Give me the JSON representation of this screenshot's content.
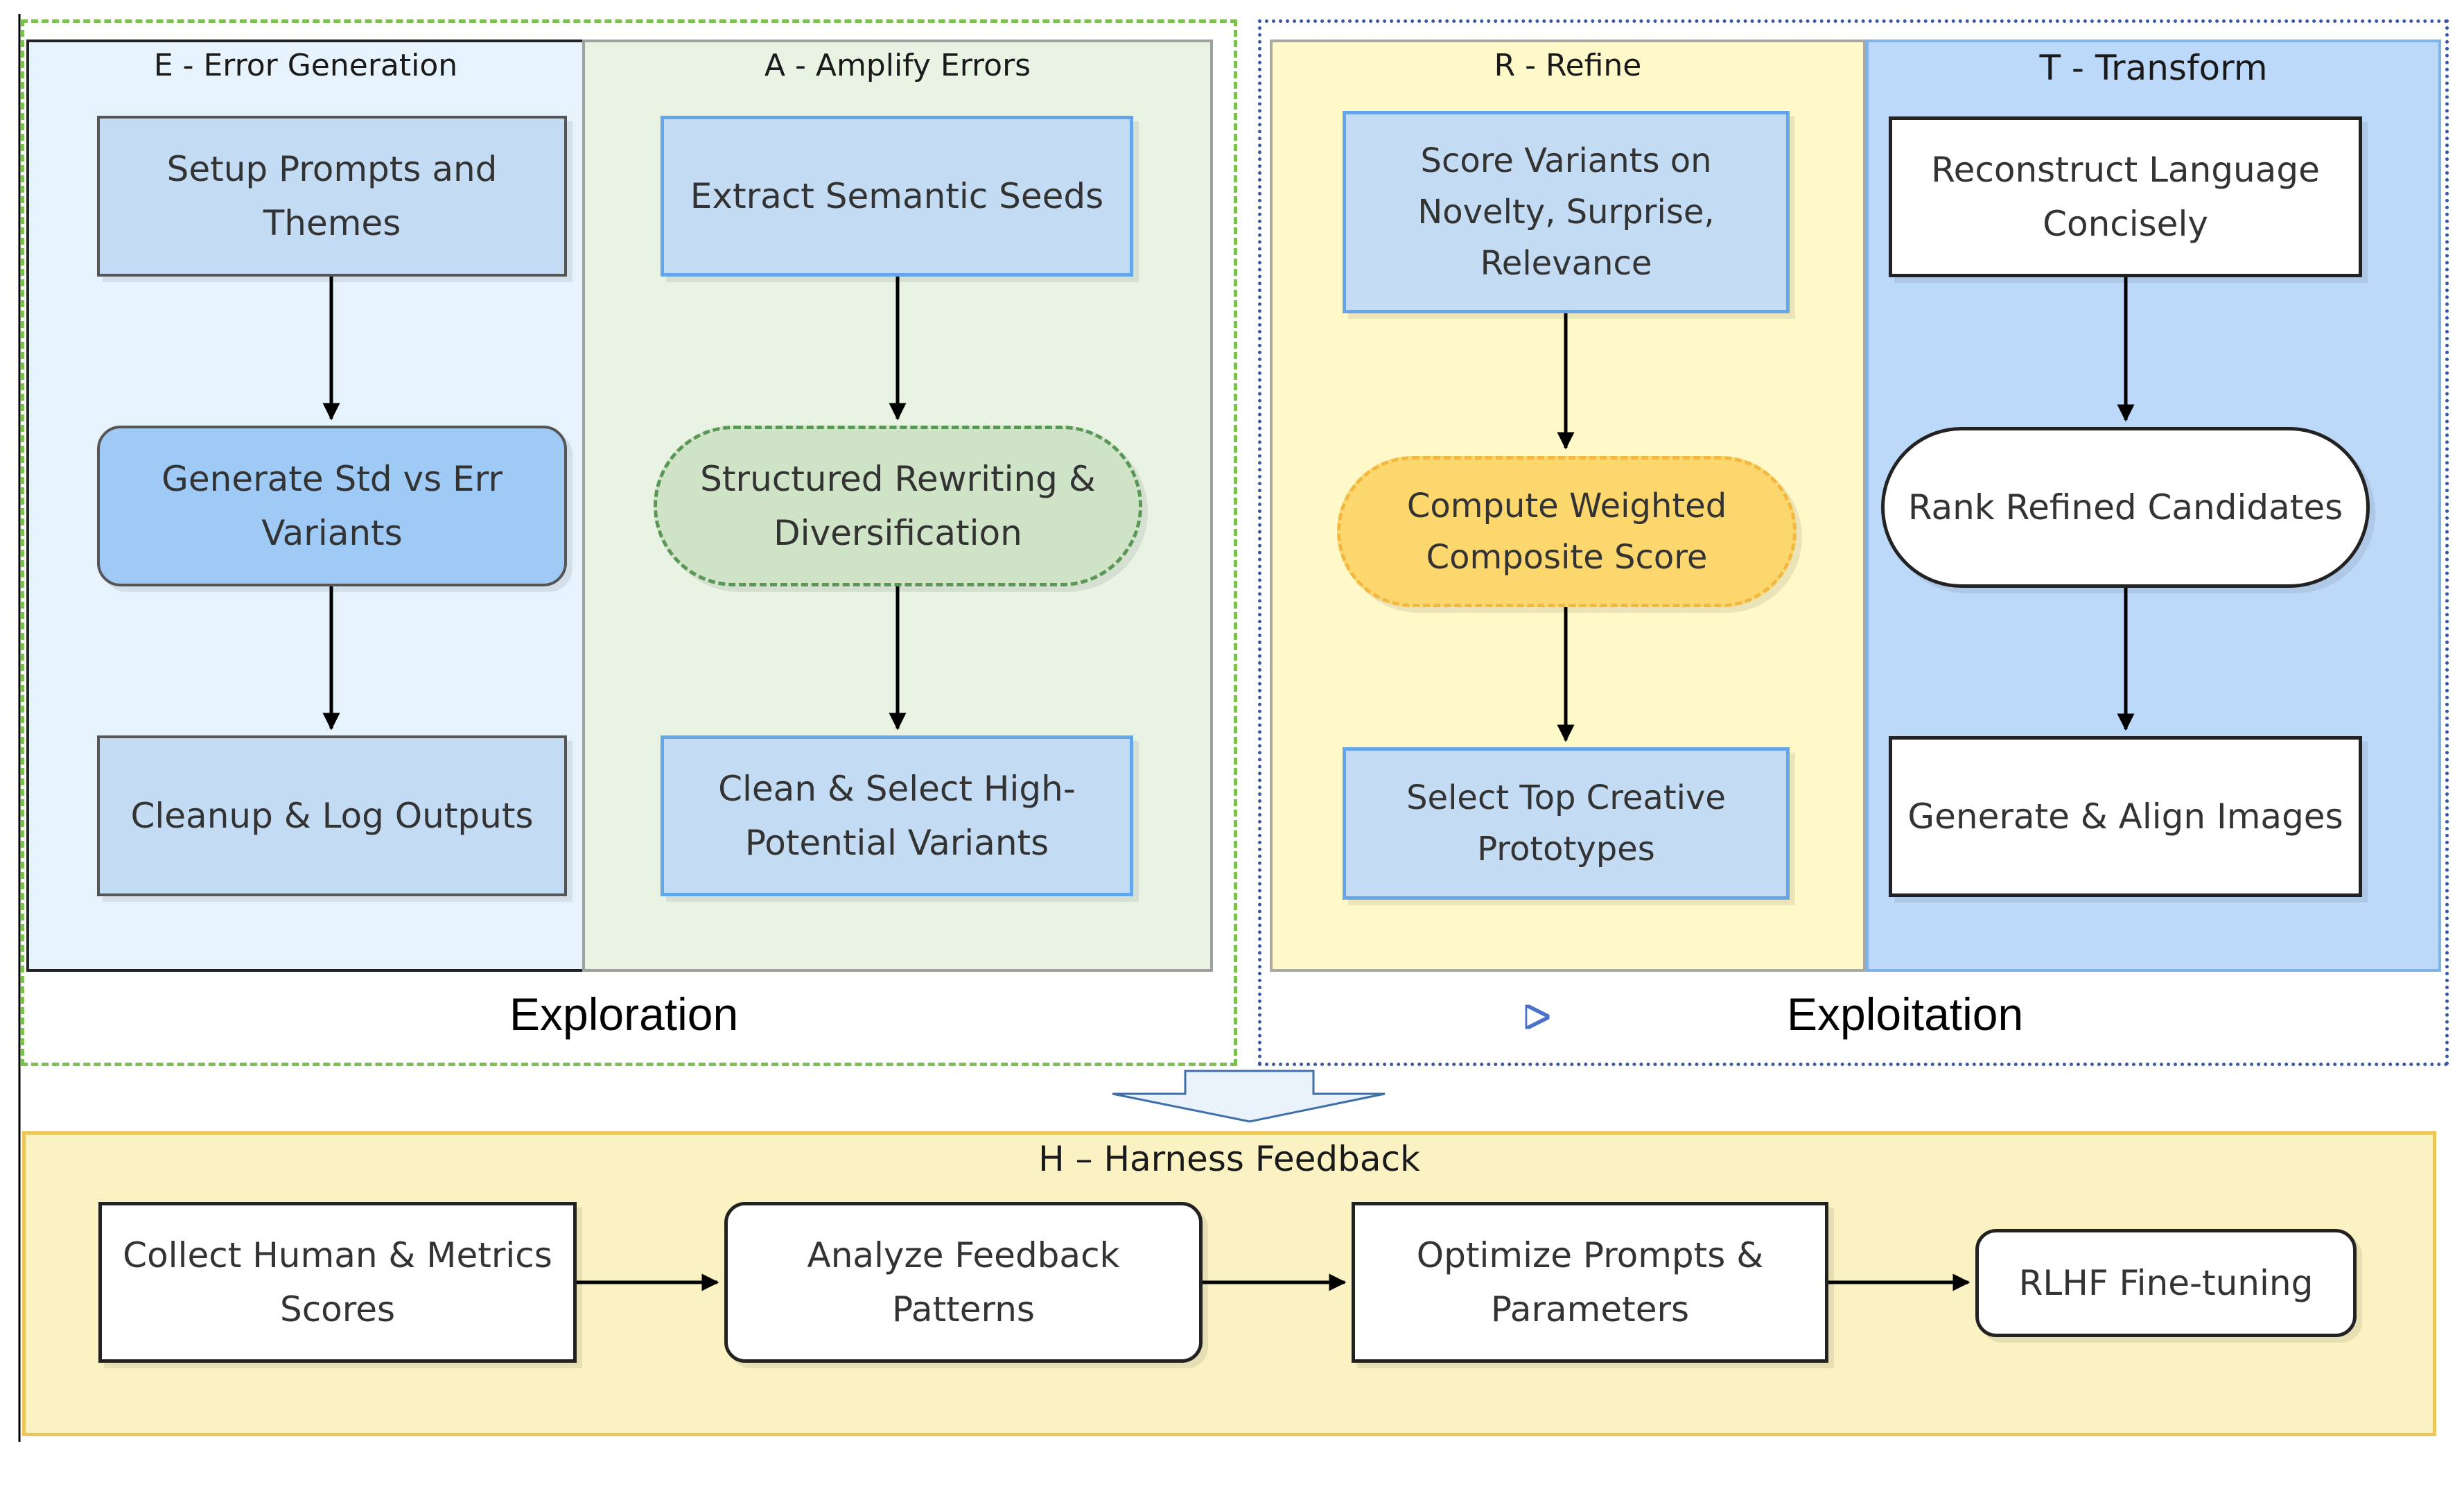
{
  "groups": {
    "exploration": "Exploration",
    "exploitation": "Exploitation"
  },
  "lanes": {
    "e": {
      "title": "E - Error Generation",
      "nodes": [
        "Setup Prompts and Themes",
        "Generate Std vs Err Variants",
        "Cleanup & Log Outputs"
      ]
    },
    "a": {
      "title": "A - Amplify Errors",
      "nodes": [
        "Extract Semantic Seeds",
        "Structured Rewriting & Diversification",
        "Clean & Select High-Potential Variants"
      ]
    },
    "r": {
      "title": "R - Refine",
      "nodes": [
        "Score Variants on Novelty, Surprise, Relevance",
        "Compute Weighted Composite Score",
        "Select Top Creative Prototypes"
      ]
    },
    "t": {
      "title": "T - Transform",
      "nodes": [
        "Reconstruct Language Concisely",
        "Rank Refined Candidates",
        "Generate & Align Images"
      ]
    }
  },
  "harness": {
    "title": "H – Harness Feedback",
    "nodes": [
      "Collect Human & Metrics Scores",
      "Analyze Feedback Patterns",
      "Optimize Prompts & Parameters",
      "RLHF Fine-tuning"
    ]
  },
  "colors": {
    "exploration_border": "#7cc04f",
    "exploitation_border": "#3a57a6",
    "lane_e": "#e6f3fd",
    "lane_a": "#e8f3e4",
    "lane_r": "#fff8c9",
    "lane_t": "#bdd9f9",
    "harness_fill": "#fbf2c4",
    "harness_border": "#ecc659",
    "flow_arrow_start": "#52c08a",
    "flow_arrow_end": "#4b73c9"
  }
}
